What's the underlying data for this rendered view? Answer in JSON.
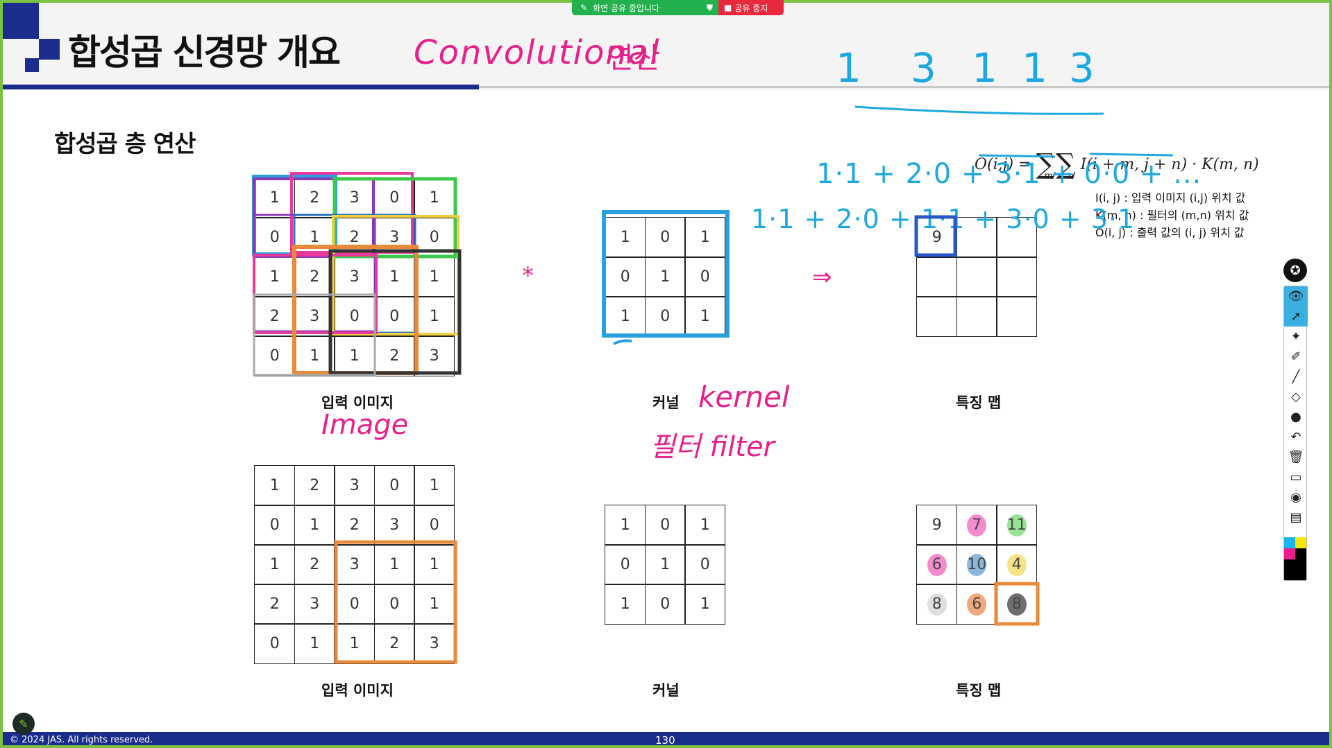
{
  "share_bar": {
    "sharing_label": "화면 공유 중입니다",
    "stop_label": "공유 중지"
  },
  "slide": {
    "title": "합성곱 신경망 개요",
    "section": "합성곱 층 연산",
    "formula_left": "O(i,j) =",
    "formula_sum_m": "m",
    "formula_sum_n": "n",
    "formula_right": "I(i + m, j + n) · K(m, n)",
    "legend": [
      "I(i, j) : 입력 이미지 (i,j) 위치 값",
      "K(m, n) : 필터의 (m,n) 위치 값",
      "O(i, j) : 출력 값의 (i, j) 위치 값"
    ],
    "captions": {
      "input": "입력 이미지",
      "kernel": "커널",
      "feature": "특징 맵"
    },
    "input_grid": [
      [
        "1",
        "2",
        "3",
        "0",
        "1"
      ],
      [
        "0",
        "1",
        "2",
        "3",
        "0"
      ],
      [
        "1",
        "2",
        "3",
        "1",
        "1"
      ],
      [
        "2",
        "3",
        "0",
        "0",
        "1"
      ],
      [
        "0",
        "1",
        "1",
        "2",
        "3"
      ]
    ],
    "kernel_grid": [
      [
        "1",
        "0",
        "1"
      ],
      [
        "0",
        "1",
        "0"
      ],
      [
        "1",
        "0",
        "1"
      ]
    ],
    "feature_top": [
      [
        "9",
        "",
        ""
      ],
      [
        "",
        "",
        ""
      ],
      [
        "",
        "",
        ""
      ]
    ],
    "feature_bottom": [
      [
        "9",
        "7",
        "11"
      ],
      [
        "6",
        "10",
        "4"
      ],
      [
        "8",
        "6",
        "8"
      ]
    ],
    "feature_colors": [
      [
        "none",
        "#f27fc8",
        "#8fe08c"
      ],
      [
        "#f27fc8",
        "#7fb0d8",
        "#f4e27a"
      ],
      [
        "#dcdcdc",
        "#f0a070",
        "#606060"
      ]
    ],
    "operator_convolve": "*",
    "arrow": "⇒"
  },
  "annotations": {
    "convolutional": "Convolutional",
    "yeonsan": "연산",
    "top_numbers": [
      "1",
      "3",
      "1",
      "1",
      "3"
    ],
    "calc_line1": "1·1 + 2·0 + 3·1 + 0·0 + ...",
    "calc_line2": "1·1 + 2·0 + 1·1 + 3·0 + 3·1",
    "image": "Image",
    "kernel": "kernel",
    "filter": "필터 filter"
  },
  "footer": {
    "copyright": "© 2024 JAS. All rights reserved.",
    "page": "130"
  },
  "toolbar": {
    "items": [
      "eye-icon",
      "pointer-icon",
      "laser-icon",
      "highlighter-icon",
      "pen-icon",
      "eraser-icon",
      "dot-icon",
      "undo-icon",
      "trash-icon",
      "whiteboard-icon",
      "camera-icon",
      "clipboard-icon"
    ]
  }
}
